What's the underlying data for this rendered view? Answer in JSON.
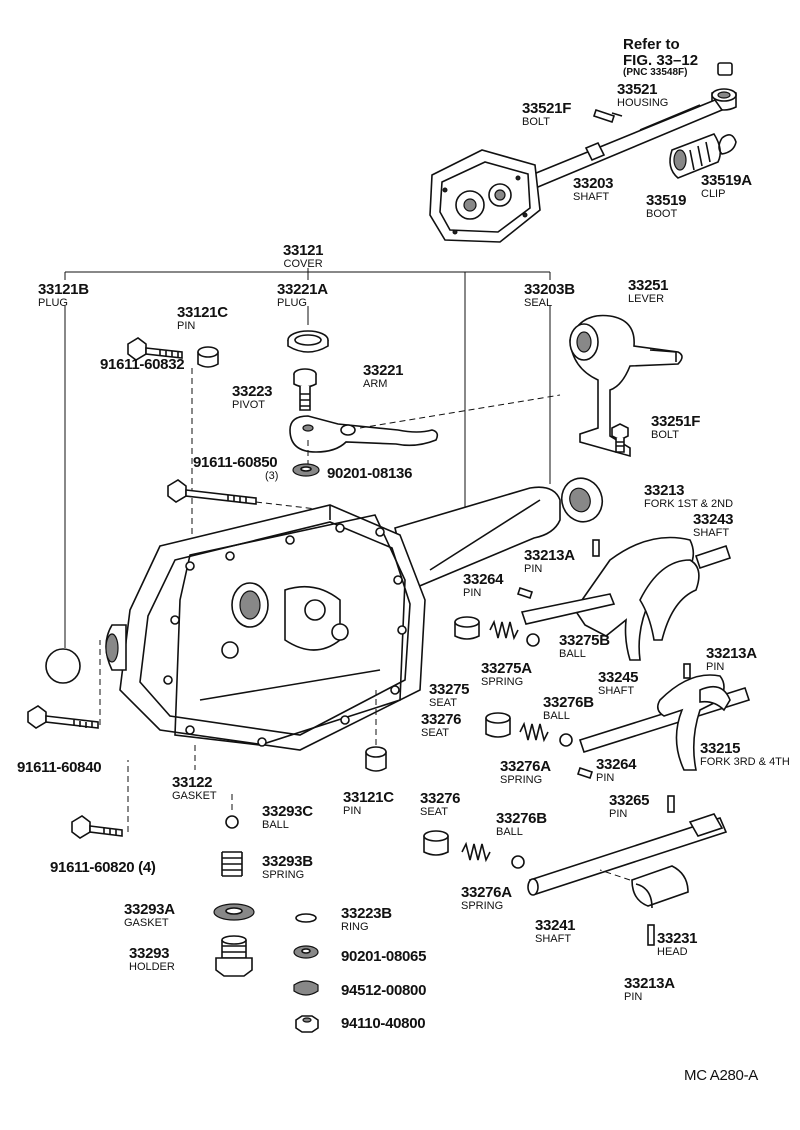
{
  "reference": {
    "line1": "Refer to",
    "line2": "FIG. 33–12",
    "line3": "(PNC 33548F)"
  },
  "parts": [
    {
      "id": "p33521",
      "num": "33521",
      "name": "HOUSING"
    },
    {
      "id": "p33521f",
      "num": "33521F",
      "name": "BOLT"
    },
    {
      "id": "p33203",
      "num": "33203",
      "name": "SHAFT"
    },
    {
      "id": "p33519",
      "num": "33519",
      "name": "BOOT"
    },
    {
      "id": "p33519a",
      "num": "33519A",
      "name": "CLIP"
    },
    {
      "id": "p33121",
      "num": "33121",
      "name": "COVER"
    },
    {
      "id": "p33121b",
      "num": "33121B",
      "name": "PLUG"
    },
    {
      "id": "p33221a",
      "num": "33221A",
      "name": "PLUG"
    },
    {
      "id": "p33203b",
      "num": "33203B",
      "name": "SEAL"
    },
    {
      "id": "p33251",
      "num": "33251",
      "name": "LEVER"
    },
    {
      "id": "p33121c",
      "num": "33121C",
      "name": "PIN"
    },
    {
      "id": "p91611_60832",
      "num": "91611-60832",
      "name": ""
    },
    {
      "id": "p33221",
      "num": "33221",
      "name": "ARM"
    },
    {
      "id": "p33223",
      "num": "33223",
      "name": "PIVOT"
    },
    {
      "id": "p33251f",
      "num": "33251F",
      "name": "BOLT"
    },
    {
      "id": "p91611_60850",
      "num": "91611-60850",
      "name": "(3)"
    },
    {
      "id": "p90201_08136",
      "num": "90201-08136",
      "name": ""
    },
    {
      "id": "p33213",
      "num": "33213",
      "name": "FORK 1ST & 2ND"
    },
    {
      "id": "p33243",
      "num": "33243",
      "name": "SHAFT"
    },
    {
      "id": "p33213a_1",
      "num": "33213A",
      "name": "PIN"
    },
    {
      "id": "p33264_1",
      "num": "33264",
      "name": "PIN"
    },
    {
      "id": "p33275b",
      "num": "33275B",
      "name": "BALL"
    },
    {
      "id": "p33275a",
      "num": "33275A",
      "name": "SPRING"
    },
    {
      "id": "p33275",
      "num": "33275",
      "name": "SEAT"
    },
    {
      "id": "p33213a_2",
      "num": "33213A",
      "name": "PIN"
    },
    {
      "id": "p33245",
      "num": "33245",
      "name": "SHAFT"
    },
    {
      "id": "p33276b_1",
      "num": "33276B",
      "name": "BALL"
    },
    {
      "id": "p33276_1",
      "num": "33276",
      "name": "SEAT"
    },
    {
      "id": "p33276a_1",
      "num": "33276A",
      "name": "SPRING"
    },
    {
      "id": "p33215",
      "num": "33215",
      "name": "FORK 3RD & 4TH"
    },
    {
      "id": "p33264_2",
      "num": "33264",
      "name": "PIN"
    },
    {
      "id": "p91611_60840",
      "num": "91611-60840",
      "name": ""
    },
    {
      "id": "p33122",
      "num": "33122",
      "name": "GASKET"
    },
    {
      "id": "p33121c_2",
      "num": "33121C",
      "name": "PIN"
    },
    {
      "id": "p33265",
      "num": "33265",
      "name": "PIN"
    },
    {
      "id": "p33293c",
      "num": "33293C",
      "name": "BALL"
    },
    {
      "id": "p33276_2",
      "num": "33276",
      "name": "SEAT"
    },
    {
      "id": "p33276b_2",
      "num": "33276B",
      "name": "BALL"
    },
    {
      "id": "p91611_60820",
      "num": "91611-60820 (4)",
      "name": ""
    },
    {
      "id": "p33293b",
      "num": "33293B",
      "name": "SPRING"
    },
    {
      "id": "p33276a_2",
      "num": "33276A",
      "name": "SPRING"
    },
    {
      "id": "p33293a",
      "num": "33293A",
      "name": "GASKET"
    },
    {
      "id": "p33223b",
      "num": "33223B",
      "name": "RING"
    },
    {
      "id": "p33241",
      "num": "33241",
      "name": "SHAFT"
    },
    {
      "id": "p33231",
      "num": "33231",
      "name": "HEAD"
    },
    {
      "id": "p33293",
      "num": "33293",
      "name": "HOLDER"
    },
    {
      "id": "p90201_08065",
      "num": "90201-08065",
      "name": ""
    },
    {
      "id": "p94512_00800",
      "num": "94512-00800",
      "name": ""
    },
    {
      "id": "p33213a_3",
      "num": "33213A",
      "name": "PIN"
    },
    {
      "id": "p94110_40800",
      "num": "94110-40800",
      "name": ""
    }
  ],
  "figure_code": "MC A280-A"
}
